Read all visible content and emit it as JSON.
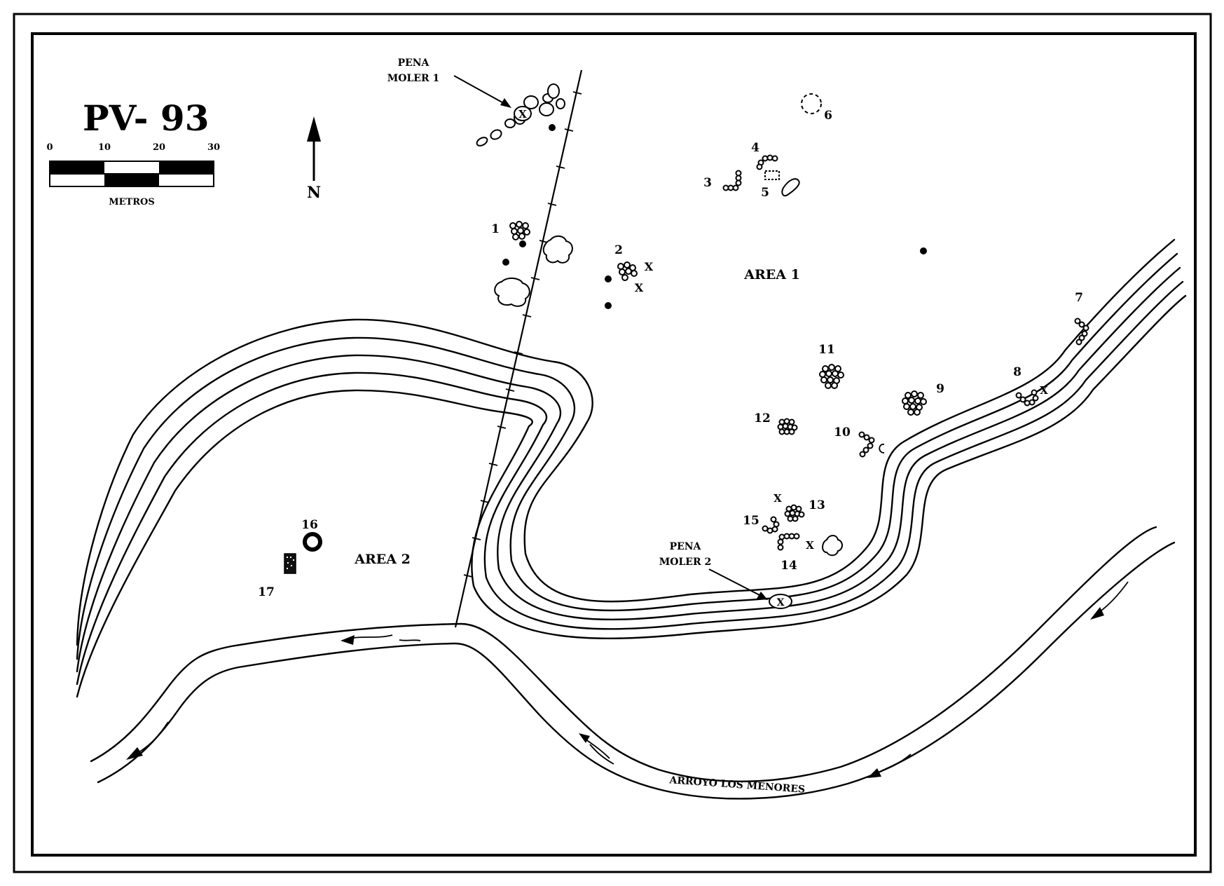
{
  "map": {
    "title": "PV- 93",
    "north_label": "N",
    "scale": {
      "ticks": [
        "0",
        "10",
        "20",
        "30"
      ],
      "unit": "METROS"
    },
    "areas": [
      "AREA 1",
      "AREA 2"
    ],
    "callouts": [
      {
        "line1": "PENA",
        "line2": "MOLER 1"
      },
      {
        "line1": "PENA",
        "line2": "MOLER 2"
      }
    ],
    "river_label": "ARROYO LOS MENORES",
    "features": [
      "1",
      "2",
      "3",
      "4",
      "5",
      "6",
      "7",
      "8",
      "9",
      "10",
      "11",
      "12",
      "13",
      "14",
      "15",
      "16",
      "17"
    ]
  }
}
